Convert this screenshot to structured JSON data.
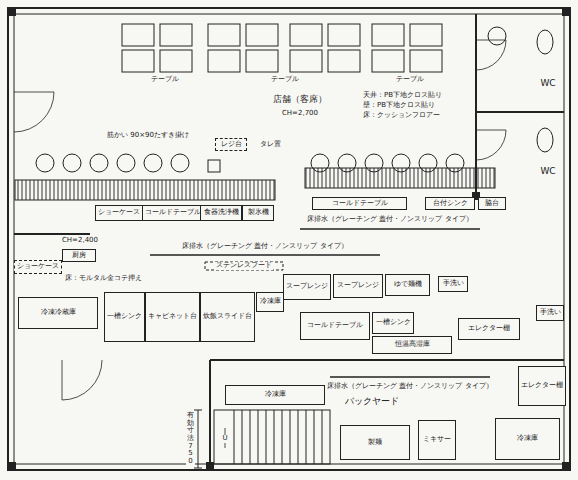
{
  "diagram": {
    "nodes": [
      {
        "text": [
          "レジ台"
        ]
      },
      {
        "text": [
          "コールドテーブル"
        ]
      },
      {
        "text": [
          "台付シンク"
        ]
      },
      {
        "text": [
          "脇台"
        ]
      },
      {
        "text": [
          "ショーケース"
        ]
      },
      {
        "text": [
          "コールドテーブル"
        ]
      },
      {
        "text": [
          "食器洗浄機"
        ]
      },
      {
        "text": [
          "製氷機"
        ]
      },
      {
        "text": [
          "ショーケース"
        ]
      },
      {
        "text": [
          "厨房"
        ]
      },
      {
        "text": [
          "スープレンジ"
        ]
      },
      {
        "text": [
          "スープレンジ"
        ]
      },
      {
        "text": [
          "ゆで麺機"
        ]
      },
      {
        "text": [
          "手洗い"
        ]
      },
      {
        "text": [
          "手洗い"
        ]
      },
      {
        "text": [
          "冷凍冷蔵庫"
        ]
      },
      {
        "text": [
          "一槽シンク"
        ]
      },
      {
        "text": [
          "キャビネット台"
        ]
      },
      {
        "text": [
          "炊飯スライド台"
        ]
      },
      {
        "text": [
          "冷凍庫"
        ]
      },
      {
        "text": [
          "コールドテーブル"
        ]
      },
      {
        "text": [
          "一槽シンク"
        ]
      },
      {
        "text": [
          "恒温高湿庫"
        ]
      },
      {
        "text": [
          "エレクター棚"
        ]
      },
      {
        "text": [
          "エレクター棚"
        ]
      },
      {
        "text": [
          "冷凍庫"
        ]
      },
      {
        "text": [
          "製麺"
        ]
      },
      {
        "text": [
          "ミキサー"
        ]
      },
      {
        "text": [
          "冷凍庫"
        ]
      }
    ],
    "labels": [
      "テーブル",
      "テーブル",
      "テーブル",
      "WC",
      "WC",
      "店舗（客席）",
      "CH=2,700",
      "天井：PB下地クロス貼り",
      "壁：PB下地クロス貼り",
      "床：クッションフロアー",
      "タレ置",
      "筋かい 90×90たすき掛け",
      "床排水（グレーチング 蓋付・ノンスリップ タイプ）",
      "CH=2,400",
      "床排水（グレーチング 蓋付・ノンスリップ タイプ）",
      "床：モルタル金コテ押え",
      "ステンレスフード",
      "床排水（グレーチング 蓋付・ノンスリップ タイプ）",
      "バックヤード",
      "有効寸法750",
      "U"
    ]
  }
}
